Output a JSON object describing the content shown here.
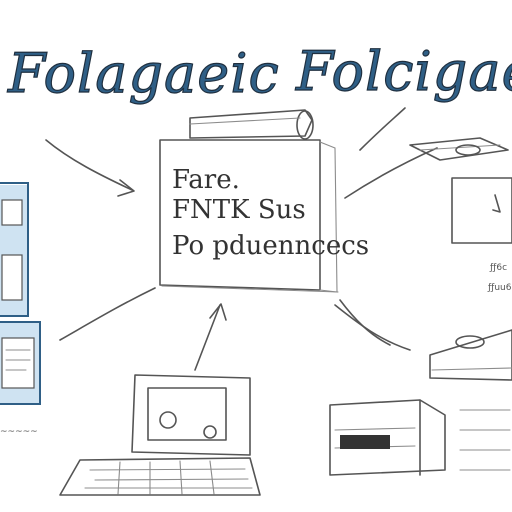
{
  "title_left": "Folagaeic",
  "title_right": "Folcigae",
  "center_document": {
    "lines": [
      "Fare.",
      "FNTK Sus",
      "Po pduenncecs"
    ]
  },
  "right_small_text": [
    "ƒƒ6c",
    "ƒƒuu6"
  ],
  "bottom_left_text": "~~~~~",
  "colors": {
    "title_blue": "#2f5f86",
    "panel_blue": "#cfe3f2",
    "pencil": "#555555"
  }
}
